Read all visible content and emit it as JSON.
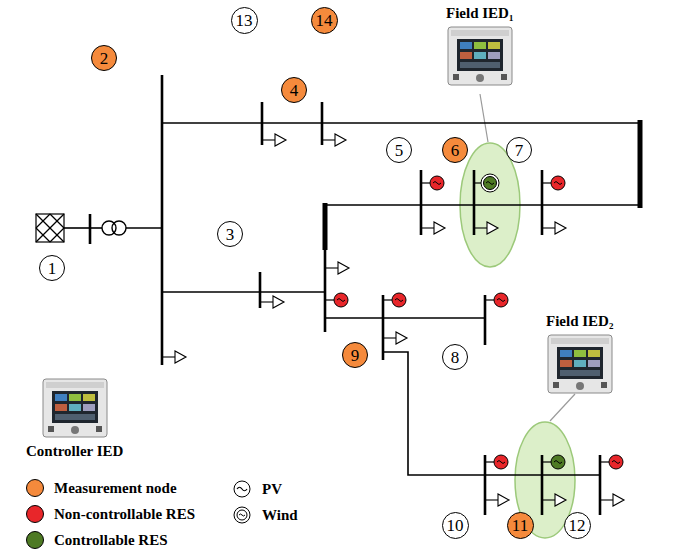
{
  "diagram": {
    "nodes": [
      {
        "text": [
          "Field IED₁"
        ]
      },
      {
        "text": [
          "13"
        ]
      },
      {
        "text": [
          "14"
        ]
      },
      {
        "text": [
          "2"
        ]
      },
      {
        "text": [
          "5"
        ]
      },
      {
        "text": [
          "6"
        ]
      },
      {
        "text": [
          "7"
        ]
      },
      {
        "text": [
          "4"
        ]
      },
      {
        "text": [
          "1"
        ]
      },
      {
        "text": [
          "3"
        ]
      },
      {
        "text": [
          "9"
        ]
      },
      {
        "text": [
          "8"
        ]
      },
      {
        "text": [
          "Field IED₂"
        ]
      },
      {
        "text": [
          "Controller IED"
        ]
      },
      {
        "text": [
          "10"
        ]
      },
      {
        "text": [
          "11"
        ]
      },
      {
        "text": [
          "12"
        ]
      }
    ],
    "legend": [
      {
        "text": "Measurement node",
        "color": "#f58a3c"
      },
      {
        "text": "Non-controllable RES",
        "color": "#e8262a"
      },
      {
        "text": "Controllable RES",
        "color": "#4e7a24"
      },
      {
        "text": "PV"
      },
      {
        "text": "Wind"
      }
    ]
  }
}
